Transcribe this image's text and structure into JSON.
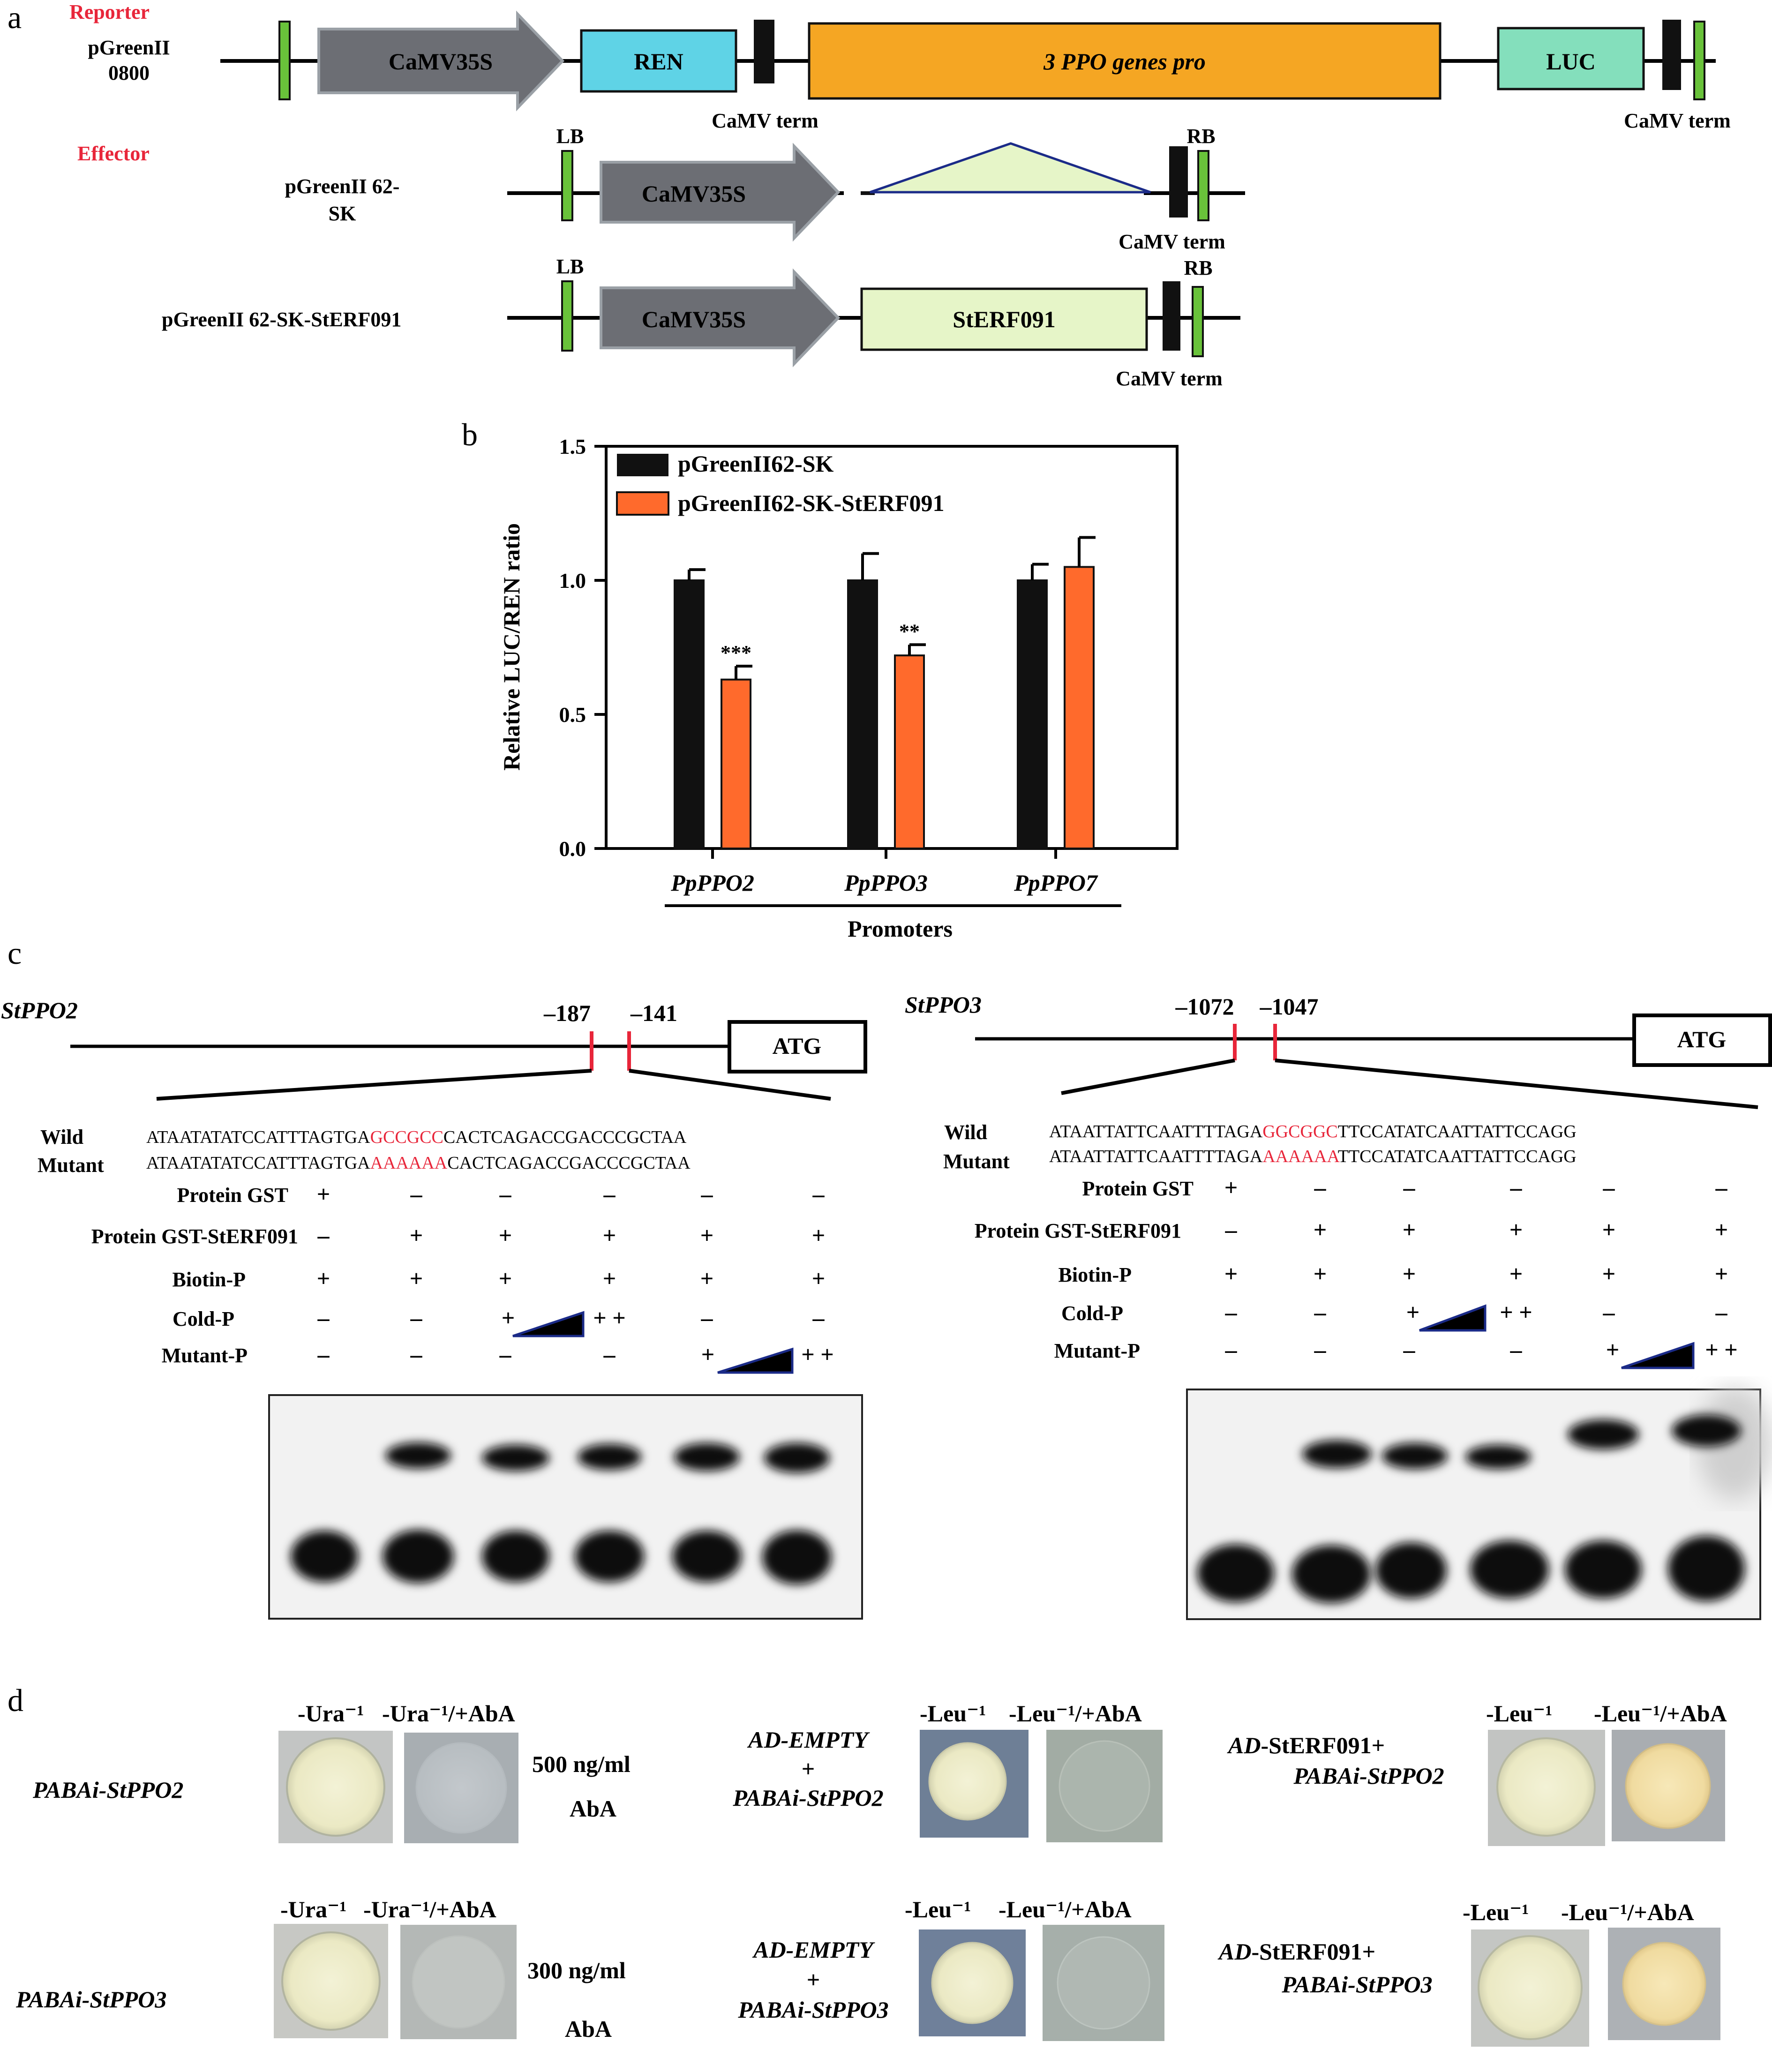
{
  "panels": {
    "a": "a",
    "b": "b",
    "c": "c",
    "d": "d"
  },
  "colors": {
    "promoter": "#6c6e74",
    "ren": "#5fd3e6",
    "ppo": "#f5a623",
    "luc": "#84dfbc",
    "insert": "#e6f5c8",
    "border_marker": "#69c23a",
    "control_bar": "#111111",
    "treat_bar": "#ff6a2c",
    "label_red": "#e8263a",
    "wedge_border": "#1b2b88"
  },
  "panel_a": {
    "reporter_label": "Reporter",
    "effector_label": "Effector",
    "reporter_vector": [
      "pGreenII",
      "0800"
    ],
    "vector2": [
      "pGreenII 62-",
      "SK"
    ],
    "vector3": "pGreenII 62-SK-StERF091",
    "camv35s": "CaMV35S",
    "ren": "REN",
    "ppo_promoters": "3 PPO genes pro",
    "luc": "LUC",
    "camv_term": "CaMV term",
    "lb": "LB",
    "rb": "RB",
    "sterf": "StERF091"
  },
  "chart_data": {
    "type": "bar",
    "title": "",
    "xlabel": "Promoters",
    "ylabel": "Relative LUC/REN ratio",
    "categories": [
      "PpPPO2",
      "PpPPO3",
      "PpPPO7"
    ],
    "ylim": [
      0,
      1.5
    ],
    "yticks": [
      "0.0",
      "0.5",
      "1.0",
      "1.5"
    ],
    "legend_position": "top-left",
    "series": [
      {
        "name": "pGreenII62-SK",
        "values": [
          1.0,
          1.0,
          1.0
        ],
        "errors": [
          0.04,
          0.1,
          0.06
        ]
      },
      {
        "name": "pGreenII62-SK-StERF091",
        "values": [
          0.63,
          0.72,
          1.05
        ],
        "errors": [
          0.05,
          0.04,
          0.11
        ]
      }
    ],
    "annotations": [
      "***",
      "**",
      ""
    ]
  },
  "panel_c": {
    "left": {
      "gene": "StPPO2",
      "pos1": "–187",
      "pos2": "–141",
      "atg": "ATG",
      "wild_label": "Wild",
      "mutant_label": "Mutant",
      "wild_pre": "ATAATATATCCATTTAGTGA",
      "wild_site": "GCCGCC",
      "wild_post": "CACTCAGACCGACCCGCTAA",
      "mut_pre": "ATAATATATCCATTTAGTGA",
      "mut_site": "AAAAAA",
      "mut_post": "CACTCAGACCGACCCGCTAA"
    },
    "right": {
      "gene": "StPPO3",
      "pos1": "–1072",
      "pos2": "–1047",
      "atg": "ATG",
      "wild_label": "Wild",
      "mutant_label": "Mutant",
      "wild_pre": "ATAATTATTCAATTTTAGA",
      "wild_site": "GGCGGC",
      "wild_post": "TTCCATATCAATTATTCCAGG",
      "mut_pre": "ATAATTATTCAATTTTAGA",
      "mut_site": "AAAAAA",
      "mut_post": "TTCCATATCAATTATTCCAGG"
    },
    "rows": {
      "gst": "Protein GST",
      "gst_sterf": "Protein GST-StERF091",
      "biotin": "Biotin-P",
      "cold": "Cold-P",
      "mutant": "Mutant-P"
    },
    "plus": "+",
    "minus": "–",
    "plus_pair": "+ +"
  },
  "panel_d": {
    "ura_minus": "-Ura⁻¹",
    "ura_aba": "-Ura⁻¹/+AbA",
    "leu_minus": "-Leu⁻¹",
    "leu_aba": "-Leu⁻¹/+AbA",
    "row1_bait": "PABAi-StPPO2",
    "row2_bait": "PABAi-StPPO3",
    "conc1": "500 ng/ml",
    "conc2": "300 ng/ml",
    "aba": "AbA",
    "ad_empty": "AD-EMPTY",
    "plus": "+",
    "ad_prefix": "AD",
    "ad_fusion": "-StERF091+"
  }
}
